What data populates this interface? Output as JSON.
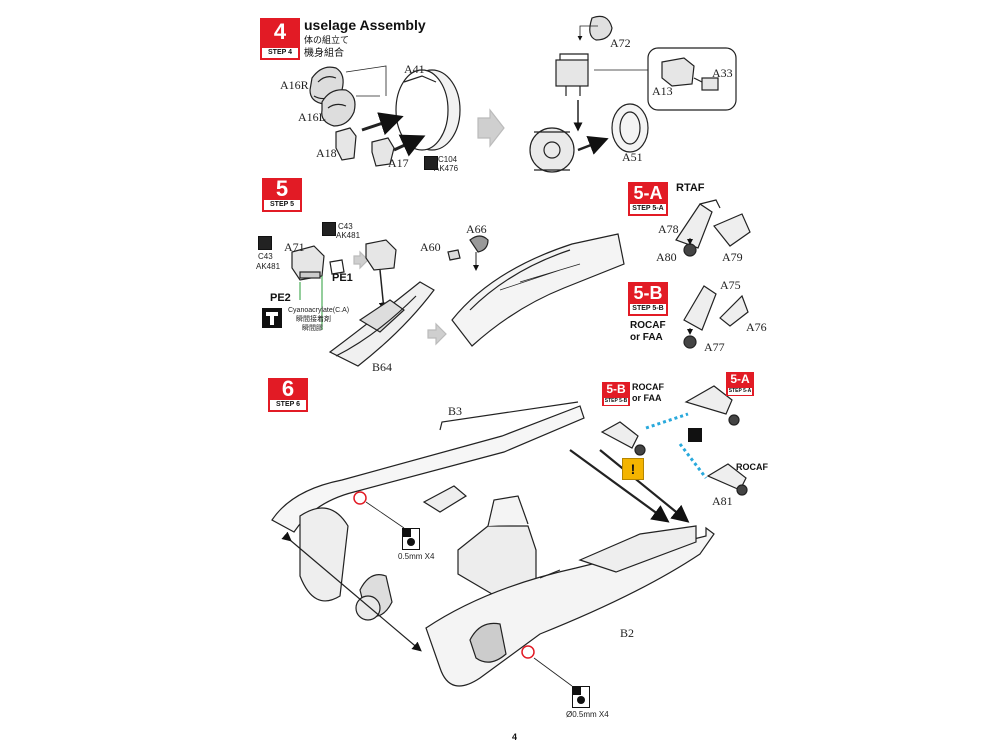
{
  "step4": {
    "number": "4",
    "step_label": "STEP 4",
    "title": "uselage Assembly",
    "title_jp": "体の組立て",
    "title_zh": "機身組合",
    "parts": {
      "a16r": "A16R",
      "a16l": "A16L",
      "a18": "A18",
      "a17": "A17",
      "a41": "A41",
      "a72": "A72",
      "a13": "A13",
      "a33": "A33",
      "a51": "A51"
    },
    "paint": {
      "c": "C104",
      "ak": "AK476"
    }
  },
  "step5": {
    "number": "5",
    "step_label": "STEP 5",
    "parts": {
      "a71": "A71",
      "pe1": "PE1",
      "pe2": "PE2",
      "a60": "A60",
      "a66": "A66",
      "b64": "B64"
    },
    "paint1": {
      "c": "C43",
      "ak": "AK481"
    },
    "paint2": {
      "c": "C43",
      "ak": "AK481"
    },
    "glue_en": "Cyanoacrylate(C.A)",
    "glue_jp": "瞬間接着剤",
    "glue_zh": "瞬間膠"
  },
  "step5a": {
    "number": "5-A",
    "step_label": "STEP 5-A",
    "variant": "RTAF",
    "parts": {
      "a78": "A78",
      "a79": "A79",
      "a80": "A80"
    }
  },
  "step5b": {
    "number": "5-B",
    "step_label": "STEP 5-B",
    "variant_line1": "ROCAF",
    "variant_line2": "or FAA",
    "parts": {
      "a75": "A75",
      "a76": "A76",
      "a77": "A77"
    }
  },
  "step6": {
    "number": "6",
    "step_label": "STEP 6",
    "parts": {
      "b3": "B3",
      "b2": "B2",
      "a81": "A81"
    },
    "ref5b": {
      "number": "5-B",
      "step_label": "STEP 5-B",
      "variant_line1": "ROCAF",
      "variant_line2": "or FAA"
    },
    "ref5a": {
      "number": "5-A",
      "step_label": "STEP 5-A"
    },
    "rocaf": "ROCAF",
    "drill1": "0.5mm X4",
    "drill2": "Ø0.5mm X4"
  },
  "page_number": "4",
  "colors": {
    "accent_red": "#e21b25",
    "guide_blue": "#29a9dc",
    "caution_yellow": "#f4b400"
  }
}
